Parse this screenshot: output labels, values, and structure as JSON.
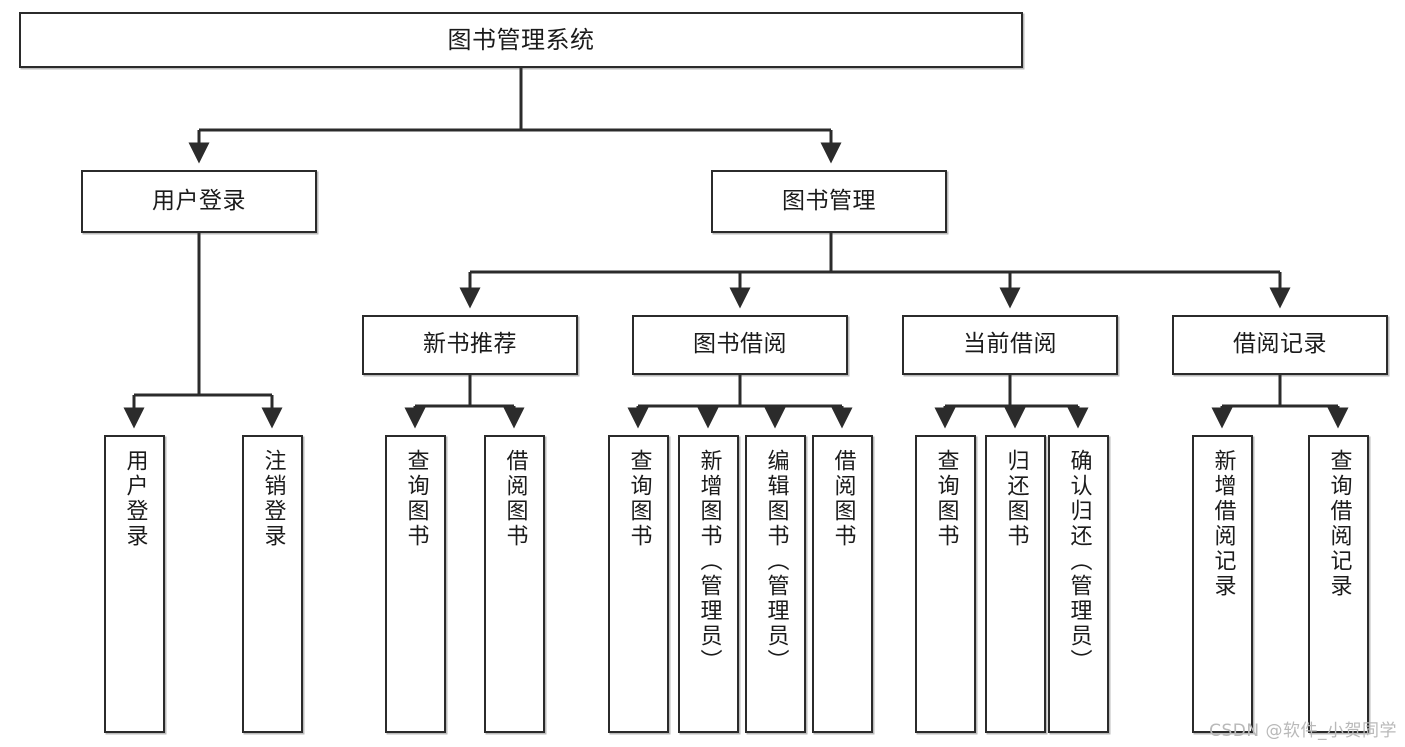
{
  "diagram": {
    "type": "tree-hierarchy-chart",
    "title": "图书管理系统",
    "watermark": "CSDN @软件_小贺同学",
    "colors": {
      "stroke": "#2b2b2b",
      "fill": "#ffffff",
      "text": "#1b1b1b",
      "watermark": "#b9b9b9"
    },
    "nodes": {
      "root": {
        "label": "图书管理系统"
      },
      "level2": [
        {
          "label": "用户登录"
        },
        {
          "label": "图书管理"
        }
      ],
      "level3": [
        {
          "label": "新书推荐"
        },
        {
          "label": "图书借阅"
        },
        {
          "label": "当前借阅"
        },
        {
          "label": "借阅记录"
        }
      ],
      "leaves_user_login": [
        {
          "label": "用户登录"
        },
        {
          "label": "注销登录"
        }
      ],
      "leaves_new_book": [
        {
          "label": "查询图书"
        },
        {
          "label": "借阅图书"
        }
      ],
      "leaves_borrow": [
        {
          "label": "查询图书"
        },
        {
          "label": "新增图书（管理员）"
        },
        {
          "label": "编辑图书（管理员）"
        },
        {
          "label": "借阅图书"
        }
      ],
      "leaves_current": [
        {
          "label": "查询图书"
        },
        {
          "label": "归还图书"
        },
        {
          "label": "确认归还（管理员）"
        }
      ],
      "leaves_records": [
        {
          "label": "新增借阅记录"
        },
        {
          "label": "查询借阅记录"
        }
      ]
    }
  }
}
